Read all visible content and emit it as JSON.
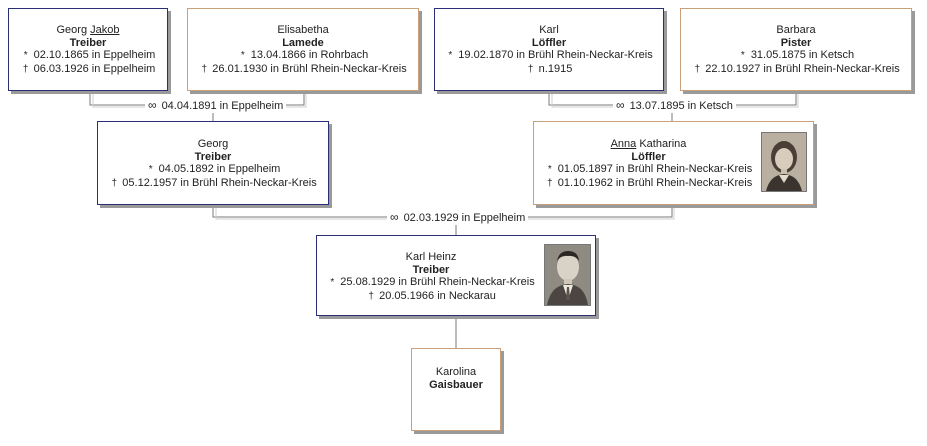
{
  "persons": {
    "georg_jakob": {
      "given_plain": "Georg",
      "given_ul": "Jakob",
      "given_rest": "",
      "surname": "Treiber",
      "birth": "02.10.1865 in Eppelheim",
      "death": "06.03.1926 in Eppelheim"
    },
    "elisabetha": {
      "given_plain": "Elisabetha",
      "given_ul": "",
      "given_rest": "",
      "surname": "Lamede",
      "birth": "13.04.1866 in Rohrbach",
      "death": "26.01.1930 in Brühl Rhein-Neckar-Kreis"
    },
    "karl_loeffler": {
      "given_plain": "Karl",
      "given_ul": "",
      "given_rest": "",
      "surname": "Löffler",
      "birth": "19.02.1870 in Brühl Rhein-Neckar-Kreis",
      "death": "n.1915"
    },
    "barbara": {
      "given_plain": "Barbara",
      "given_ul": "",
      "given_rest": "",
      "surname": "Pister",
      "birth": "31.05.1875 in Ketsch",
      "death": "22.10.1927 in Brühl Rhein-Neckar-Kreis"
    },
    "georg": {
      "given_plain": "Georg",
      "given_ul": "",
      "given_rest": "",
      "surname": "Treiber",
      "birth": "04.05.1892 in Eppelheim",
      "death": "05.12.1957 in Brühl Rhein-Neckar-Kreis"
    },
    "anna_katharina": {
      "given_plain": "",
      "given_ul": "Anna",
      "given_rest": "Katharina",
      "surname": "Löffler",
      "birth": "01.05.1897 in Brühl Rhein-Neckar-Kreis",
      "death": "01.10.1962 in Brühl Rhein-Neckar-Kreis"
    },
    "karl_heinz": {
      "given_plain": "Karl Heinz",
      "given_ul": "",
      "given_rest": "",
      "surname": "Treiber",
      "birth": "25.08.1929 in Brühl Rhein-Neckar-Kreis",
      "death": "20.05.1966 in Neckarau"
    },
    "karolina": {
      "given_plain": "Karolina",
      "given_ul": "",
      "given_rest": "",
      "surname": "Gaisbauer"
    }
  },
  "marriages": {
    "treiber_lamede": "04.04.1891 in Eppelheim",
    "loeffler_pister": "13.07.1895 in Ketsch",
    "treiber_loeffler": "02.03.1929 in Eppelheim"
  },
  "symbols": {
    "birth": "*",
    "death": "†",
    "marriage": "∞"
  },
  "colors": {
    "male_border": "#2b2f7a",
    "female_border": "#c9a07a",
    "line": "#7a7a7a"
  }
}
